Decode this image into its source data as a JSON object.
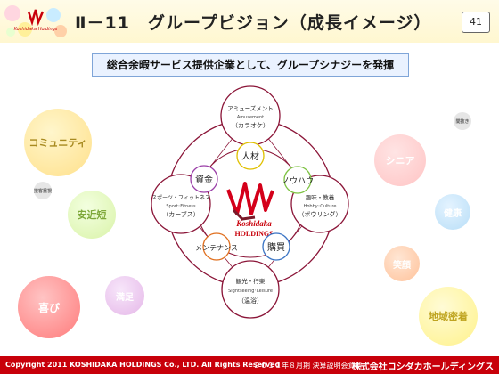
{
  "header": {
    "title": "Ⅱ－11　グループビジョン（成長イメージ）",
    "page_number": "41",
    "logo_text": "Koshidaka Holdings"
  },
  "banner_text": "総合余暇サービス提供企業として、グループシナジーを発揮",
  "diagram": {
    "center": {
      "brand": "Koshidaka",
      "sub": "HOLDINGS"
    },
    "outer_nodes": [
      {
        "name": "amusement",
        "jp": "アミューズメント",
        "en": "Amusement",
        "note": "（カラオケ）"
      },
      {
        "name": "hobby",
        "jp": "趣味・教養",
        "en": "Hobby･Culture",
        "note": "（ボウリング）"
      },
      {
        "name": "sightseeing",
        "jp": "観光・行楽",
        "en": "Sightseeing･Leisure",
        "note": "（温浴）"
      },
      {
        "name": "sports",
        "jp": "スポーツ・フィットネス",
        "en": "Sport･Fitness",
        "note": "（カーブス）"
      }
    ],
    "inner_nodes": [
      "人材",
      "ノウハウ",
      "購買",
      "メンテナンス",
      "資金"
    ]
  },
  "bubbles": [
    {
      "name": "community",
      "label": "コミュニティ",
      "color": "#ffe08a"
    },
    {
      "name": "face-to-face",
      "label": "接客重視",
      "color": "#e6e6e6"
    },
    {
      "name": "nearby",
      "label": "安近短",
      "color": "#d9f3a8"
    },
    {
      "name": "satisfaction",
      "label": "満足",
      "color": "#e5b7e8"
    },
    {
      "name": "joy",
      "label": "喜び",
      "color": "#ff8888"
    },
    {
      "name": "shortcut",
      "label": "間抜き",
      "color": "#e6e6e6"
    },
    {
      "name": "senior",
      "label": "シニア",
      "color": "#ffc4c4"
    },
    {
      "name": "health",
      "label": "健康",
      "color": "#b8def7"
    },
    {
      "name": "smile",
      "label": "笑顔",
      "color": "#ffc29a"
    },
    {
      "name": "community-rooted",
      "label": "地域密着",
      "color": "#fff28a"
    }
  ],
  "footer": {
    "copyright": "Copyright 2011 KOSHIDAKA HOLDINGS Co., LTD. All Rights Reserved",
    "doc_title": "２０１１年８月期 決算説明会資料",
    "company": "株式会社コシダカホールディングス"
  }
}
